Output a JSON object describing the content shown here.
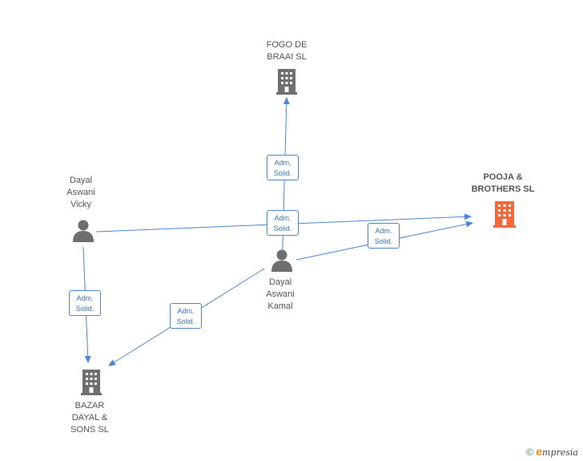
{
  "nodes": {
    "fogo": {
      "label_line1": "FOGO DE",
      "label_line2": "BRAAI SL"
    },
    "pooja": {
      "label_line1": "POOJA &",
      "label_line2": "BROTHERS SL"
    },
    "vicky": {
      "label_line1": "Dayal",
      "label_line2": "Aswani",
      "label_line3": "Vicky"
    },
    "kamal": {
      "label_line1": "Dayal",
      "label_line2": "Aswani",
      "label_line3": "Kamal"
    },
    "bazar": {
      "label_line1": "BAZAR",
      "label_line2": "DAYAL &",
      "label_line3": "SONS  SL"
    }
  },
  "edges": {
    "kamal_fogo": {
      "line1": "Adm.",
      "line2": "Solid."
    },
    "vicky_pooja": {
      "line1": "Adm.",
      "line2": "Solid."
    },
    "kamal_pooja": {
      "line1": "Adm.",
      "line2": "Solid."
    },
    "vicky_bazar": {
      "line1": "Adm.",
      "line2": "Solid."
    },
    "kamal_bazar": {
      "line1": "Adm.",
      "line2": "Solid."
    }
  },
  "colors": {
    "company": "#6e6e6e",
    "company_main": "#f26a3c",
    "person": "#6e6e6e",
    "edge": "#4a86d4"
  },
  "footer": {
    "copyright": "©",
    "brand_initial": "e",
    "brand_rest": "mpresia"
  },
  "icons": {
    "company": "building-icon",
    "person": "person-icon"
  }
}
